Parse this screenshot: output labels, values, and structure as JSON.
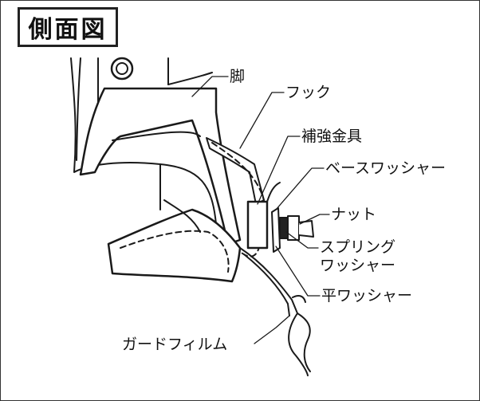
{
  "title": "側面図",
  "labels": {
    "leg": "脚",
    "hook": "フック",
    "reinforcement": "補強金具",
    "base_washer": "ベースワッシャー",
    "nut": "ナット",
    "spring_washer_line1": "スプリング",
    "spring_washer_line2": "ワッシャー",
    "flat_washer": "平ワッシャー",
    "guard_film": "ガードフィルム"
  },
  "colors": {
    "line": "#1a1a1a",
    "fill": "#ffffff",
    "shade": "#222222"
  }
}
